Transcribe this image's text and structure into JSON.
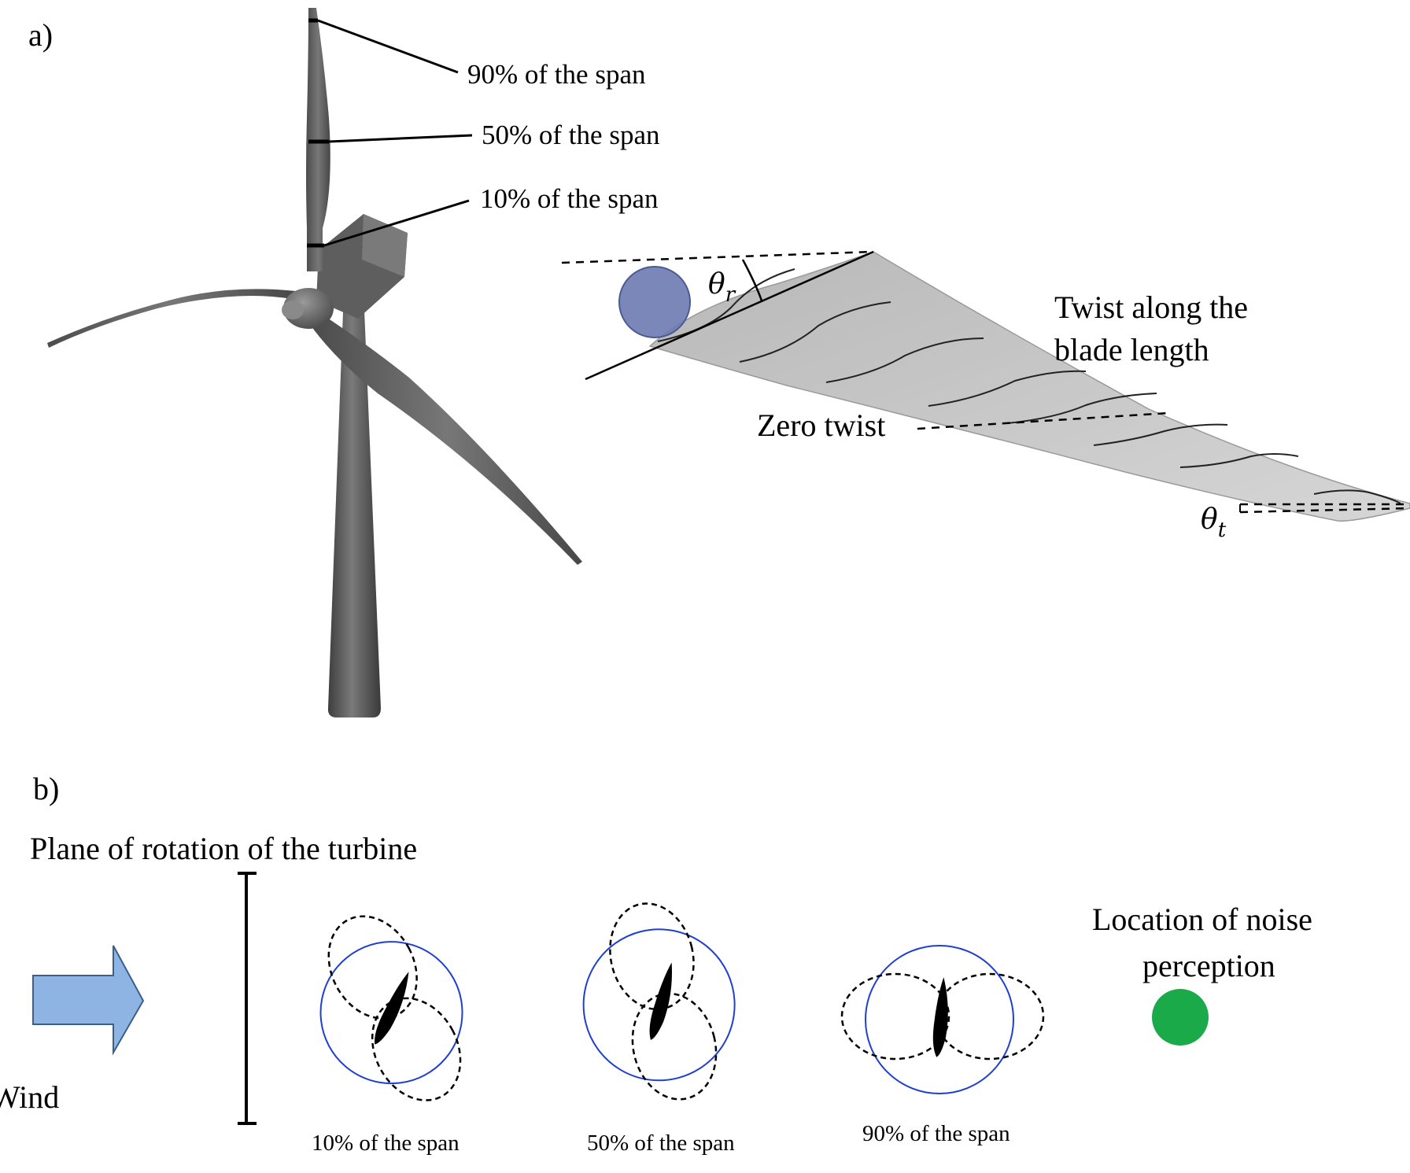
{
  "panel_a": {
    "label": "a)",
    "turbine_callouts": [
      "90% of the span",
      "50% of the span",
      "10% of the span"
    ],
    "blade": {
      "root_angle": "θ",
      "root_angle_sub": "r",
      "tip_angle": "θ",
      "tip_angle_sub": "t",
      "twist_label_line1": "Twist along the",
      "twist_label_line2": "blade length",
      "zero_twist_label": "Zero twist"
    }
  },
  "panel_b": {
    "label": "b)",
    "plane_label": "Plane of rotation of the turbine",
    "wind_label": "Wind",
    "directivity_labels": [
      "10% of the span",
      "50% of the span",
      "90% of the span"
    ],
    "receiver_label_line1": "Location of noise",
    "receiver_label_line2": "perception"
  },
  "colors": {
    "turbine": "#5a5a5a",
    "blade_fill": "#c9c9c9",
    "root_circle": "#6b7ab0",
    "wind_arrow": "#8eb4e3",
    "directivity_solid": "#1f3fd0",
    "receiver": "#1aaa4a"
  }
}
